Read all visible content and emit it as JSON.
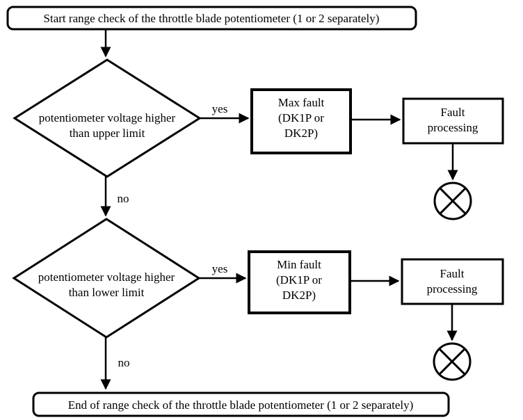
{
  "diagram": {
    "colors": {
      "stroke": "#000000",
      "background": "#ffffff"
    },
    "nodes": {
      "start": {
        "label": "Start range check of the throttle blade potentiometer (1 or 2 separately)"
      },
      "decision_upper": {
        "line1": "potentiometer voltage higher",
        "line2": "than upper limit"
      },
      "max_fault": {
        "line1": "Max fault",
        "line2": "(DK1P or",
        "line3": "DK2P)"
      },
      "fault_processing_top": {
        "line1": "Fault",
        "line2": "processing"
      },
      "decision_lower": {
        "line1": "potentiometer voltage higher",
        "line2": "than lower limit"
      },
      "min_fault": {
        "line1": "Min fault",
        "line2": "(DK1P or",
        "line3": "DK2P)"
      },
      "fault_processing_bottom": {
        "line1": "Fault",
        "line2": "processing"
      },
      "end": {
        "label": "End of range check of the throttle blade potentiometer (1 or 2 separately)"
      }
    },
    "edge_labels": {
      "yes_upper": "yes",
      "no_upper": "no",
      "yes_lower": "yes",
      "no_lower": "no"
    }
  }
}
